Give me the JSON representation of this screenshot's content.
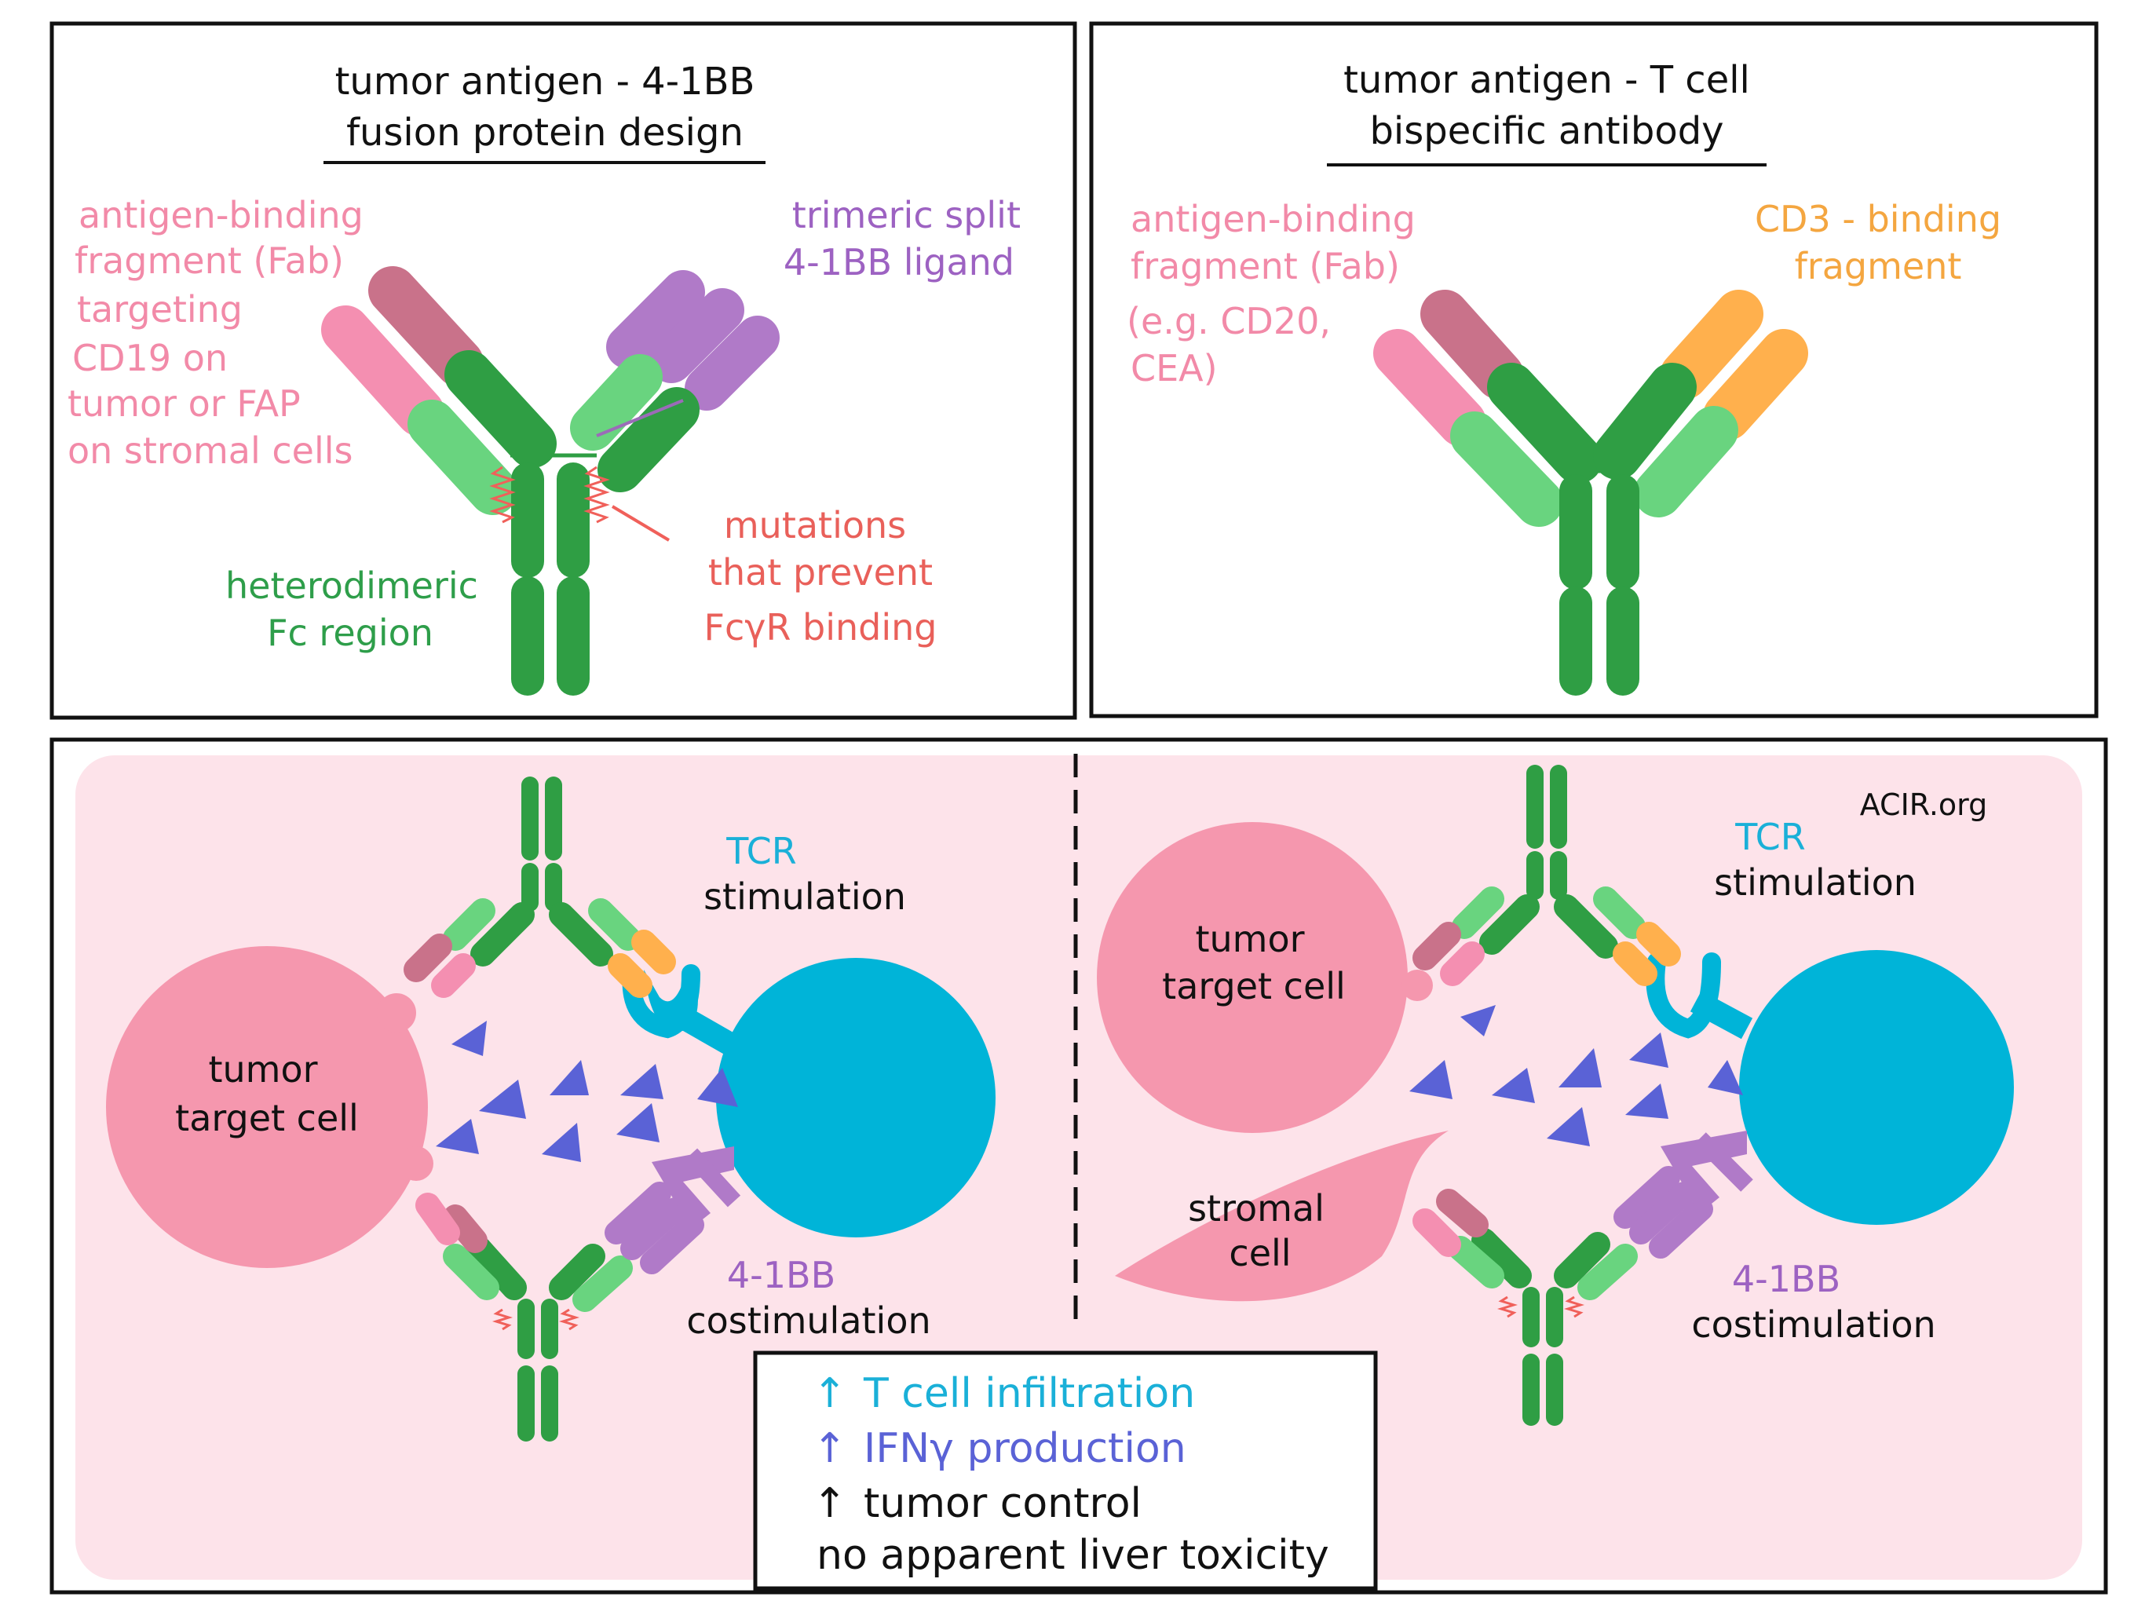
{
  "colors": {
    "green_dark": "#2f9e44",
    "green_light": "#69d47f",
    "pink_fab": "#f48fb1",
    "mauve": "#c9728a",
    "purple": "#b07ac8",
    "orange": "#ffb04d",
    "red": "#f0605a",
    "cyan": "#00b4d8",
    "indigo": "#5a62d6",
    "tumor_pink": "#f597ae",
    "bg_pink": "#fde3ea",
    "text_pink": "#f28aa8",
    "text_green": "#2e9e4a",
    "text_purple": "#9d62c2",
    "text_orange": "#f4a640",
    "text_red": "#e9605a",
    "text_cyan": "#1ab0d8",
    "text_indigo": "#5a62d6"
  },
  "panel_a": {
    "title_line1": "tumor antigen - 4-1BB",
    "title_line2": "fusion protein design",
    "fab_label": [
      "antigen-binding",
      "fragment (Fab)",
      "targeting",
      "CD19 on",
      "tumor or FAP",
      "on stromal cells"
    ],
    "ligand_label": [
      "trimeric split",
      "4-1BB ligand"
    ],
    "fc_label": [
      "heterodimeric",
      "Fc region"
    ],
    "mutation_label": [
      "mutations",
      "that prevent",
      "FcγR binding"
    ]
  },
  "panel_b": {
    "title_line1": "tumor antigen - T cell",
    "title_line2": "bispecific antibody",
    "fab_label": [
      "antigen-binding",
      "fragment (Fab)",
      "(e.g. CD20,",
      "CEA)"
    ],
    "cd3_label": [
      "CD3 - binding",
      "fragment"
    ]
  },
  "panel_c": {
    "watermark": "ACIR.org",
    "left": {
      "tumor_label": [
        "tumor",
        "target cell"
      ],
      "tcr_label": [
        "TCR",
        "stimulation"
      ],
      "costim_label": [
        "4-1BB",
        "costimulation"
      ]
    },
    "right": {
      "tumor_label": [
        "tumor",
        "target cell"
      ],
      "stromal_label": [
        "stromal",
        "cell"
      ],
      "tcr_label": [
        "TCR",
        "stimulation"
      ],
      "costim_label": [
        "4-1BB",
        "costimulation"
      ]
    },
    "outcomes": {
      "line1_arrow": "↑",
      "line1_text": "T cell  infiltration",
      "line2_arrow": "↑",
      "line2_text": "IFNγ  production",
      "line3_arrow": "↑",
      "line3_text": "tumor  control",
      "line4_text": "no apparent  liver toxicity"
    }
  }
}
